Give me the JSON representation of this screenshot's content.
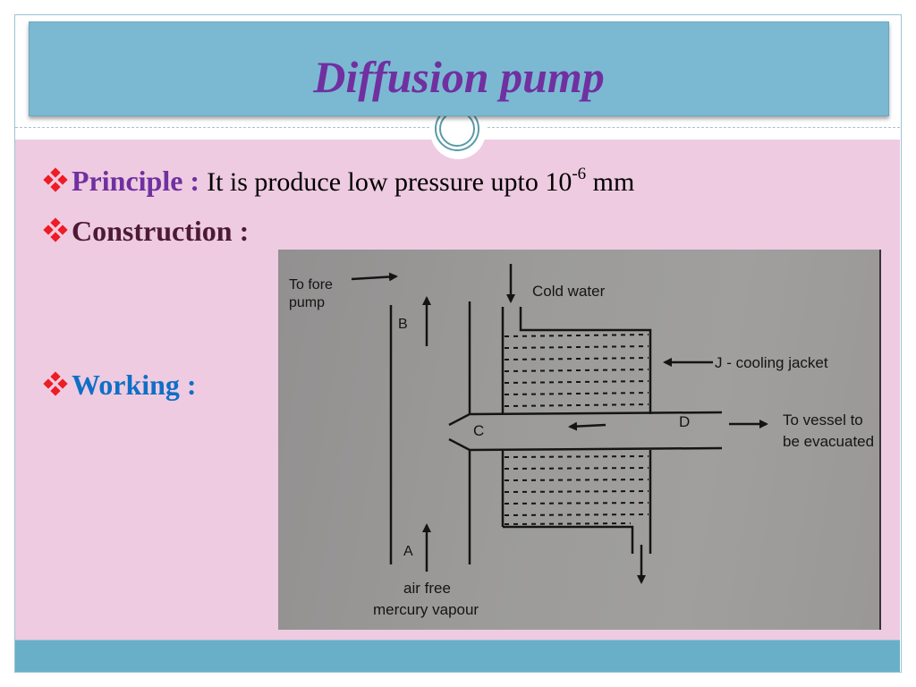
{
  "slide": {
    "title": "Diffusion pump",
    "colors": {
      "title_bar": "#7bb9d3",
      "title_text": "#7030a0",
      "content_bg": "#eecbe1",
      "footer_bar": "#69afc8",
      "bullet_icon": "#ee1c25",
      "principle_label": "#7030a0",
      "construction_label": "#4d1a36",
      "working_label": "#0f6fc6"
    }
  },
  "bullets": [
    {
      "icon": "diamond-bullet-icon",
      "label": "Principle :",
      "text_before_exp": "It is produce low pressure upto 10",
      "exponent": "-6",
      "text_after_exp": " mm"
    },
    {
      "icon": "diamond-bullet-icon",
      "label": "Construction :"
    },
    {
      "icon": "diamond-bullet-icon",
      "label": "Working :"
    }
  ],
  "diagram": {
    "to_fore_pump_line1": "To fore",
    "to_fore_pump_line2": "pump",
    "label_b": "B",
    "label_a": "A",
    "label_c": "C",
    "label_d": "D",
    "cold_water": "Cold water",
    "cooling_jacket": "J - cooling jacket",
    "to_vessel_line1": "To vessel to",
    "to_vessel_line2": "be evacuated",
    "air_free": "air free",
    "mercury_vapour": "mercury vapour"
  }
}
